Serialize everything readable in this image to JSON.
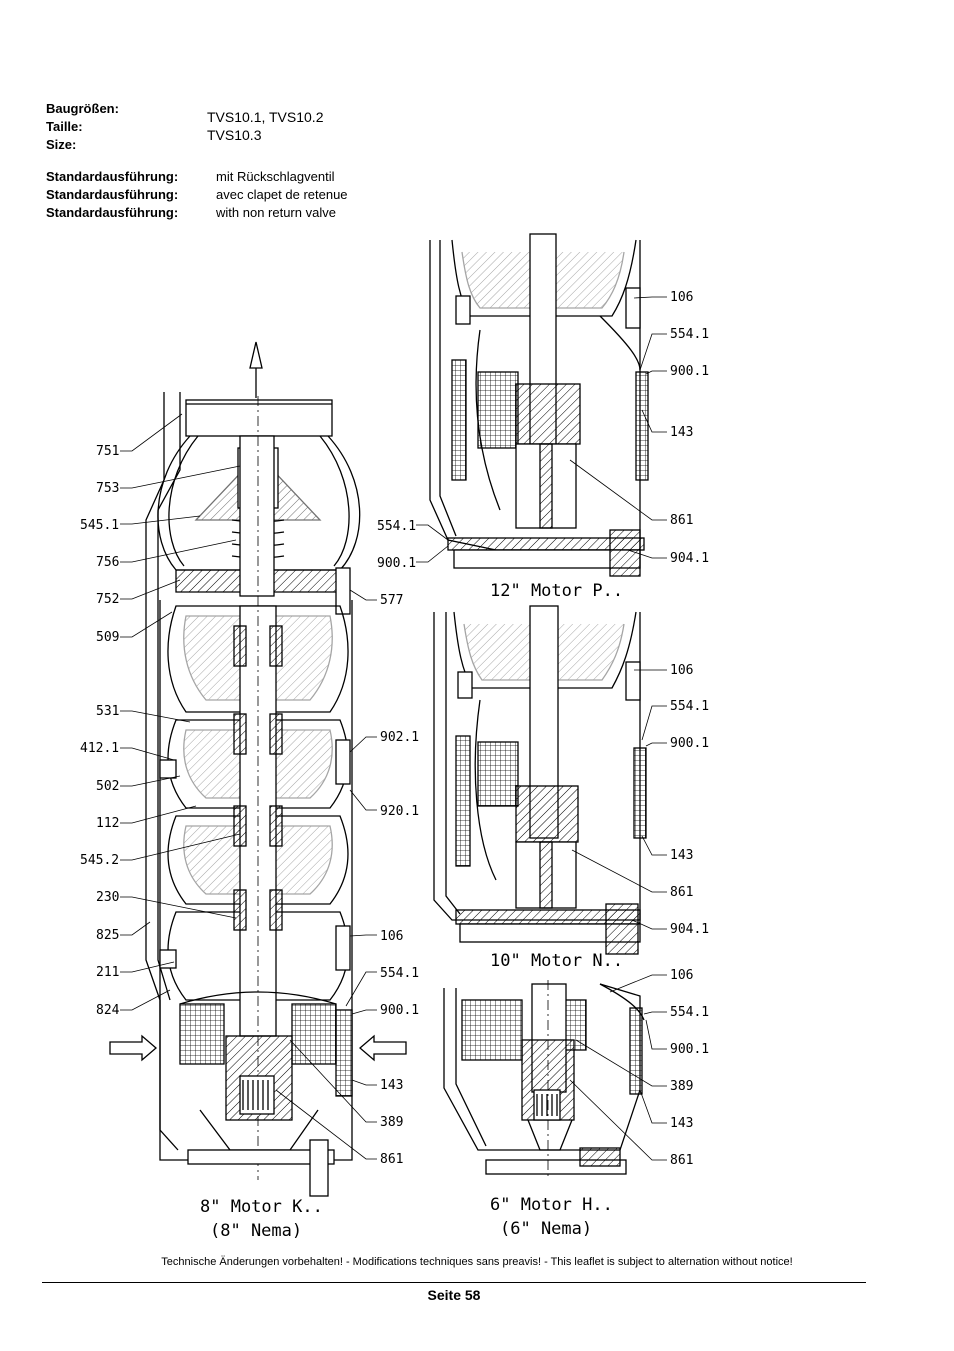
{
  "header": {
    "size_labels": [
      "Baugrößen:",
      "Taille:",
      "Size:"
    ],
    "size_values": [
      "TVS10.1, TVS10.2",
      "TVS10.3"
    ],
    "standard_labels": [
      "Standardausführung:",
      "Standardausführung:",
      "Standardausführung:"
    ],
    "standard_values": [
      "mit Rückschlagventil",
      "avec clapet de retenue",
      "with non return valve"
    ]
  },
  "drawing": {
    "main_left_labels": [
      "751",
      "753",
      "545.1",
      "756",
      "752",
      "509",
      "531",
      "412.1",
      "502",
      "112",
      "545.2",
      "230",
      "825",
      "211",
      "824"
    ],
    "main_right_labels": [
      "577",
      "902.1",
      "920.1",
      "106",
      "554.1",
      "900.1",
      "143",
      "389",
      "861"
    ],
    "motor12_left_labels": [
      "554.1",
      "900.1"
    ],
    "motor12_right_labels": [
      "106",
      "554.1",
      "900.1",
      "143",
      "861",
      "904.1"
    ],
    "motor10_right_labels": [
      "106",
      "554.1",
      "900.1",
      "143",
      "861",
      "904.1"
    ],
    "motor6_right_labels": [
      "106",
      "554.1",
      "900.1",
      "389",
      "143",
      "861"
    ],
    "captions": {
      "motor12": "12\" Motor P..",
      "motor10": "10\" Motor N..",
      "motor8_line1": "8\" Motor K..",
      "motor8_line2": "(8\" Nema)",
      "motor6_line1": "6\" Motor H..",
      "motor6_line2": "(6\" Nema)"
    }
  },
  "footer": {
    "note": "Technische Änderungen vorbehalten! - Modifications techniques sans preavis! - This leaflet is subject to alternation without notice!",
    "page": "Seite 58"
  }
}
